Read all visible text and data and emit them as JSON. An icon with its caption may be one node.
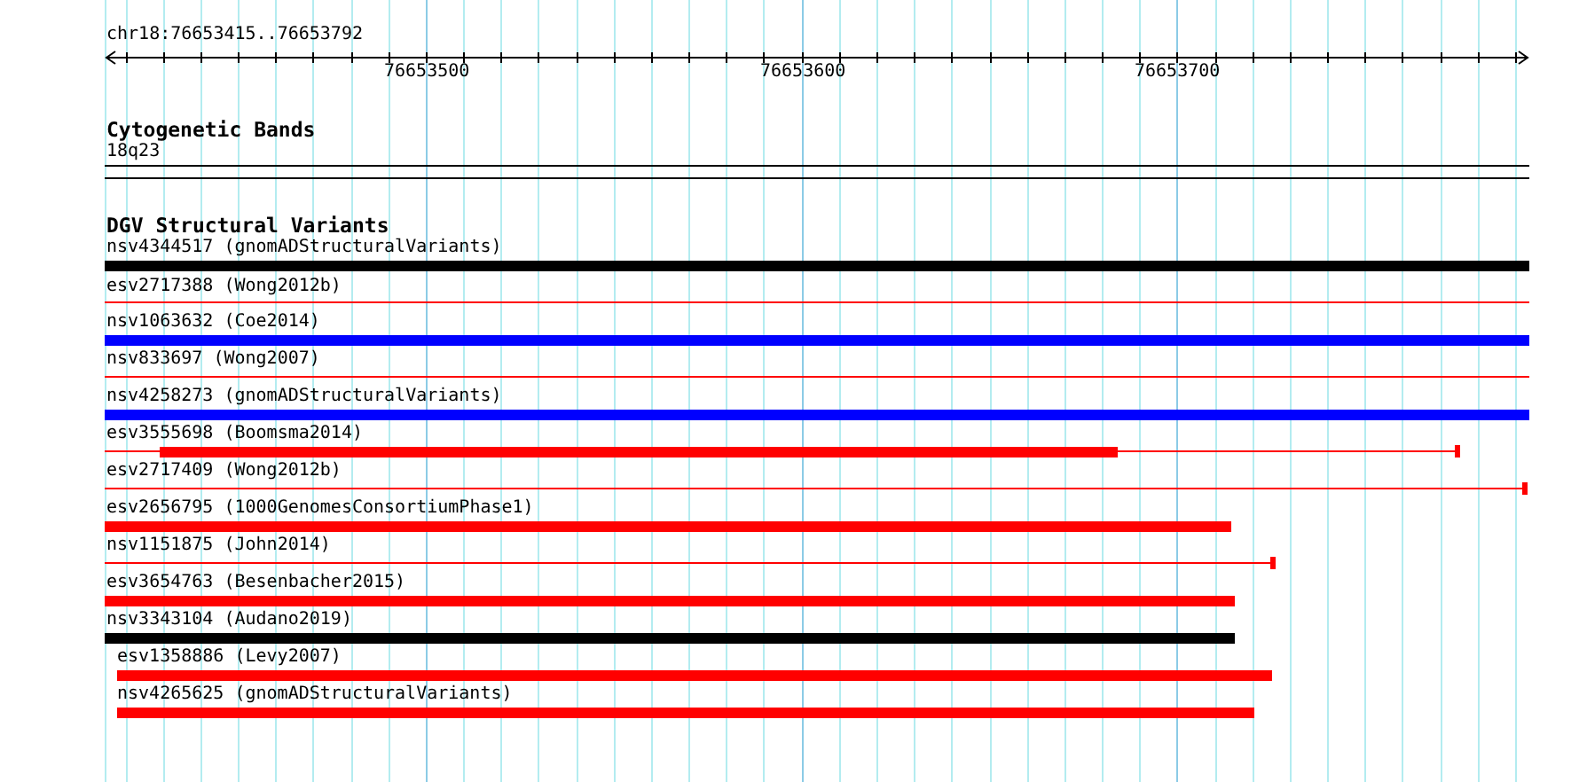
{
  "diagram": {
    "nodes": [
      {
        "text": [
          "18q23"
        ]
      },
      {
        "text": [
          "nsv4344517 (gnomADStructuralVariants)"
        ]
      },
      {
        "text": [
          "esv2717388 (Wong2012b)"
        ]
      },
      {
        "text": [
          "nsv1063632 (Coe2014)"
        ]
      },
      {
        "text": [
          "nsv833697 (Wong2007)"
        ]
      },
      {
        "text": [
          "nsv4258273 (gnomADStructuralVariants)"
        ]
      },
      {
        "text": [
          "esv3555698 (Boomsma2014)"
        ]
      },
      {
        "text": [
          "esv2717409 (Wong2012b)"
        ]
      },
      {
        "text": [
          "esv2656795 (1000GenomesConsortiumPhase1)"
        ]
      },
      {
        "text": [
          "nsv1151875 (John2014)"
        ]
      },
      {
        "text": [
          "esv3654763 (Besenbacher2015)"
        ]
      },
      {
        "text": [
          "nsv3343104 (Audano2019)"
        ]
      },
      {
        "text": [
          "esv1358886 (Levy2007)"
        ]
      },
      {
        "text": [
          "nsv4265625 (gnomADStructuralVariants)"
        ]
      }
    ],
    "labels": [
      "chr18:76653415..76653792",
      "76653500",
      "76653600",
      "76653700",
      "Cytogenetic Bands",
      "DGV Structural Variants"
    ]
  }
}
